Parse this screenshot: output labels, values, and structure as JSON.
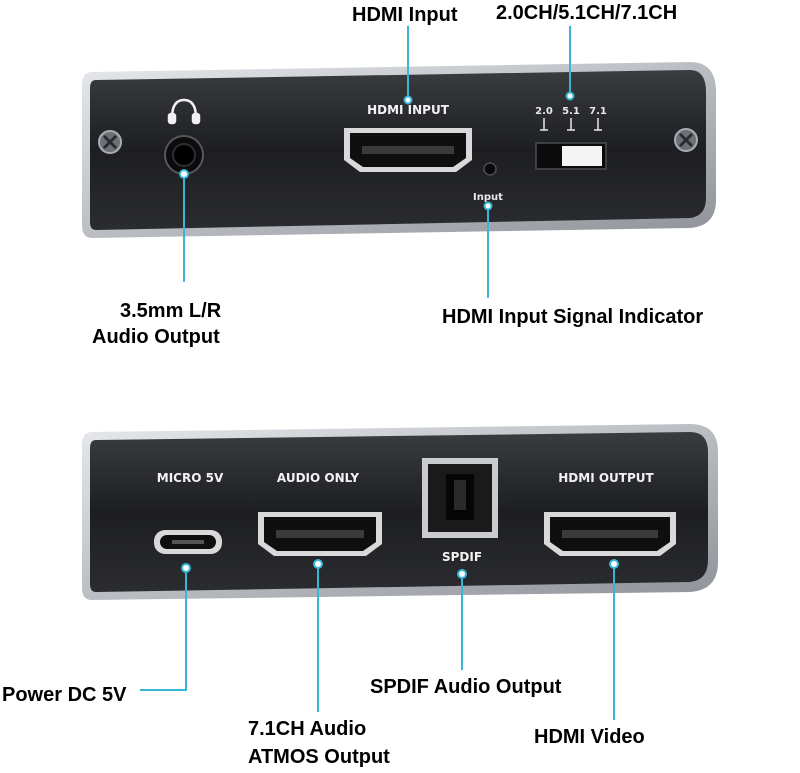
{
  "top_device": {
    "port_labels": {
      "hdmi_input": "HDMI INPUT",
      "input_led": "Input",
      "switch_positions": [
        "2.0",
        "5.1",
        "7.1"
      ]
    },
    "icons": [
      "headphone-icon"
    ],
    "callouts": {
      "hdmi_input": "HDMI Input",
      "channel_mode": "2.0CH/5.1CH/7.1CH",
      "audio_out_line1": "3.5mm L/R",
      "audio_out_line2": "Audio Output",
      "signal_indicator": "HDMI Input Signal Indicator"
    }
  },
  "bottom_device": {
    "port_labels": {
      "micro_5v": "MICRO 5V",
      "audio_only": "AUDIO ONLY",
      "spdif": "SPDIF",
      "hdmi_output": "HDMI OUTPUT"
    },
    "callouts": {
      "power": "Power DC 5V",
      "atmos_line1": "7.1CH Audio",
      "atmos_line2": "ATMOS Output",
      "spdif_out": "SPDIF Audio Output",
      "hdmi_video": "HDMI Video"
    }
  },
  "colors": {
    "device_body": "#1e1f22",
    "device_rim": "#b9bcc2",
    "callout_line": "#39b6d6",
    "text": "#000000"
  }
}
